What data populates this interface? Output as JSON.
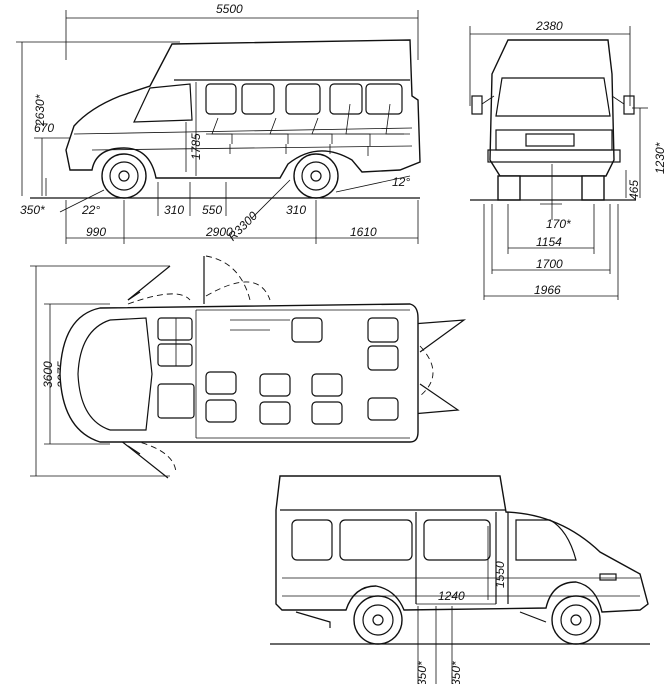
{
  "side_view_left": {
    "dims": {
      "overall_length": "5500",
      "overall_height": "2630*",
      "floor_height": "670",
      "step_height": "350*",
      "approach_angle": "22°",
      "clearance_front": "310",
      "seat_offset": "550",
      "clearance_rear": "310",
      "turn_radius": "R3300",
      "departure_angle": "12°",
      "interior_height": "1785",
      "front_overhang": "990",
      "wheelbase": "2900",
      "rear_overhang": "1610"
    }
  },
  "front_view": {
    "dims": {
      "overall_width": "2380",
      "floor_height": "1230*",
      "bumper_height": "465",
      "ground_clearance": "170*",
      "track_inner": "1154",
      "track": "1700",
      "body_width": "1966"
    }
  },
  "top_view": {
    "dims": {
      "mirror_width": "3600",
      "body_width": "2075"
    }
  },
  "side_view_right": {
    "dims": {
      "door_height": "1550",
      "door_width": "1240",
      "step_left": "350*",
      "step_right": "350*"
    }
  }
}
